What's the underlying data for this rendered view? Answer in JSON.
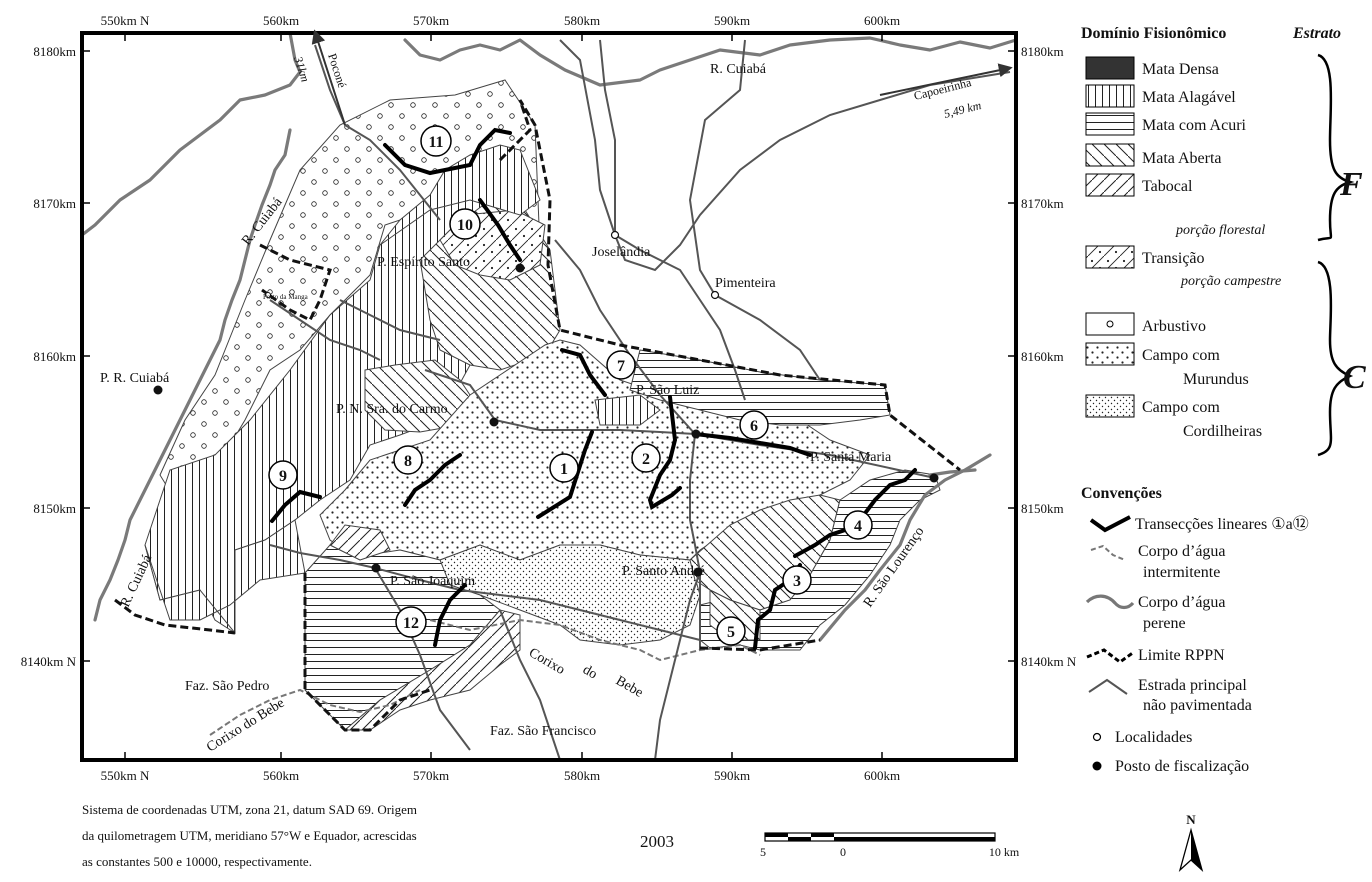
{
  "map": {
    "ticks_top": [
      "550km N",
      "560km",
      "570km",
      "580km",
      "590km",
      "600km"
    ],
    "ticks_bottom": [
      "550km N",
      "560km",
      "570km",
      "580km",
      "590km",
      "600km"
    ],
    "ticks_left": [
      "8180km",
      "8170km",
      "8160km",
      "8150km",
      "8140km N"
    ],
    "ticks_right": [
      "8180km",
      "8170km",
      "8160km",
      "8150km",
      "8140km N"
    ],
    "places": {
      "pocone": "Poconé",
      "pocone_dist": "31km",
      "capoeirinha": "Capoeirinha",
      "capoeirinha_dist": "5,49 km",
      "rio_cuiaba_top": "R. Cuiabá",
      "rio_cuiaba_left1": "R. Cuiabá",
      "rio_cuiaba_left2": "R. Cuiabá",
      "joselandia": "Joselândia",
      "pimenteira": "Pimenteira",
      "porto_manga": "Porto da Manga",
      "p_espirito_santo": "P. Espírito Santo",
      "p_r_cuiaba": "P. R. Cuiabá",
      "p_sao_luiz": "P. São Luiz",
      "p_nsra_carmo": "P. N. Sra. do Carmo",
      "p_santa_maria": "P. Santa Maria",
      "p_sao_joaquim": "P. São Joaquim",
      "p_santo_andre": "P. Santo André",
      "rio_sao_lourenco": "R. São Lourenço",
      "faz_sao_pedro": "Faz. São Pedro",
      "faz_sao_francisco": "Faz. São Francisco",
      "corixo_bebe_left": "Corixo do Bebe",
      "corixo_word": "Corixo",
      "do_word": "do",
      "bebe_word": "Bebe"
    },
    "transects": [
      "1",
      "2",
      "3",
      "4",
      "5",
      "6",
      "7",
      "8",
      "9",
      "10",
      "11",
      "12"
    ]
  },
  "legend": {
    "domain_title": "Domínio Fisionômico",
    "stratum_title": "Estrato",
    "items_forest": [
      "Mata Densa",
      "Mata Alagável",
      "Mata com Acuri",
      "Mata Aberta",
      "Tabocal"
    ],
    "forest_portion": "porção florestal",
    "transition": "Transição",
    "field_portion": "porção campestre",
    "arbustivo": "Arbustivo",
    "murundus_1": "Campo com",
    "murundus_2": "Murundus",
    "cordilheiras_1": "Campo com",
    "cordilheiras_2": "Cordilheiras",
    "brace_f": "F",
    "brace_c": "C"
  },
  "conventions": {
    "title": "Convenções",
    "transects_label": "Transecções lineares ①a⑫",
    "intermittent_1": "Corpo d’água",
    "intermittent_2": "intermitente",
    "perennial_1": "Corpo d’água",
    "perennial_2": "perene",
    "limit": "Limite RPPN",
    "road_1": "Estrada principal",
    "road_2": "não pavimentada",
    "localities": "Localidades",
    "post": "Posto de fiscalização"
  },
  "footer": {
    "note_1": "Sistema de coordenadas UTM, zona 21, datum SAD 69. Origem",
    "note_2": "da quilometragem UTM, meridiano 57°W e Equador, acrescidas",
    "note_3": "as constantes 500 e 10000, respectivamente.",
    "year": "2003",
    "scale_5": "5",
    "scale_0": "0",
    "scale_10": "10 km",
    "north": "N"
  }
}
